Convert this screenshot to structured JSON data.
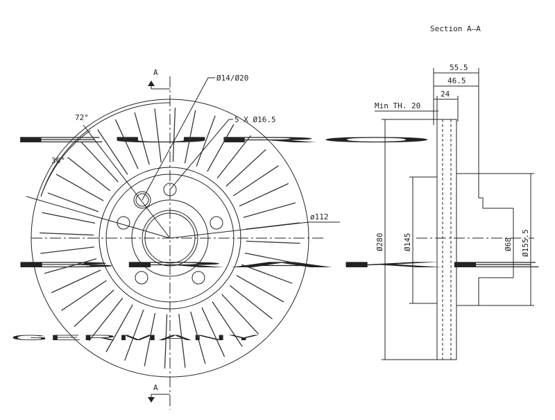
{
  "watermark": {
    "line1": "EURO",
    "line2": "BRAKE",
    "line3": "GERMANY",
    "color": "#dcdcdc"
  },
  "front_view": {
    "section_marker": "A",
    "angle_large": "72°",
    "angle_small": "36°",
    "bolt_hole_label": "Ø14/Ø20",
    "bolt_pattern_label": "5 X Ø16.5",
    "pcd_label": "ø112"
  },
  "section_view": {
    "title": "Section A–A",
    "min_thickness": "Min TH. 20",
    "height_total": "55.5",
    "height_hat": "46.5",
    "disc_thickness": "24",
    "diameter_outer": "Ø280",
    "diameter_hat": "Ø145",
    "diameter_center": "Ø68",
    "diameter_hat_outer": "Ø155.5"
  },
  "colors": {
    "line": "#222222",
    "vane": "#333333"
  }
}
